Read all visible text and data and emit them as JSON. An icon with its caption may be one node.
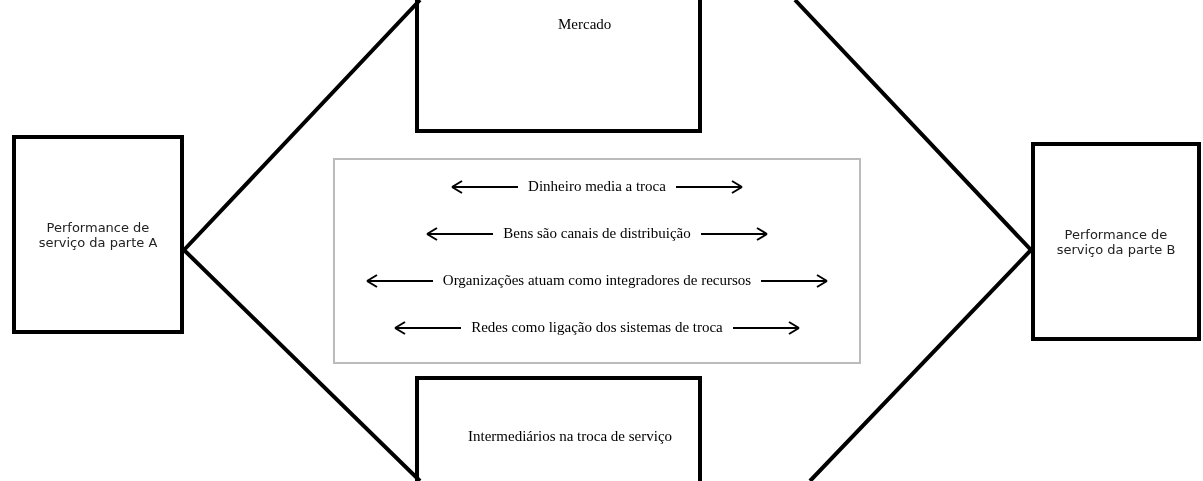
{
  "diagram": {
    "nodes": [
      {
        "text": [
          "Performance de serviço da parte A"
        ]
      },
      {
        "text": [
          "Mercado",
          "Intermediários na troca de serviço"
        ]
      },
      {
        "text": [
          "Dinheiro media a troca",
          "Bens são canais de distribuição",
          "Organizações atuam como integradores de recursos",
          "Redes como ligação dos sistemas de troca"
        ],
        "in": 1
      },
      {
        "text": [
          "Performance de serviço da parte B"
        ]
      }
    ],
    "edges": []
  }
}
